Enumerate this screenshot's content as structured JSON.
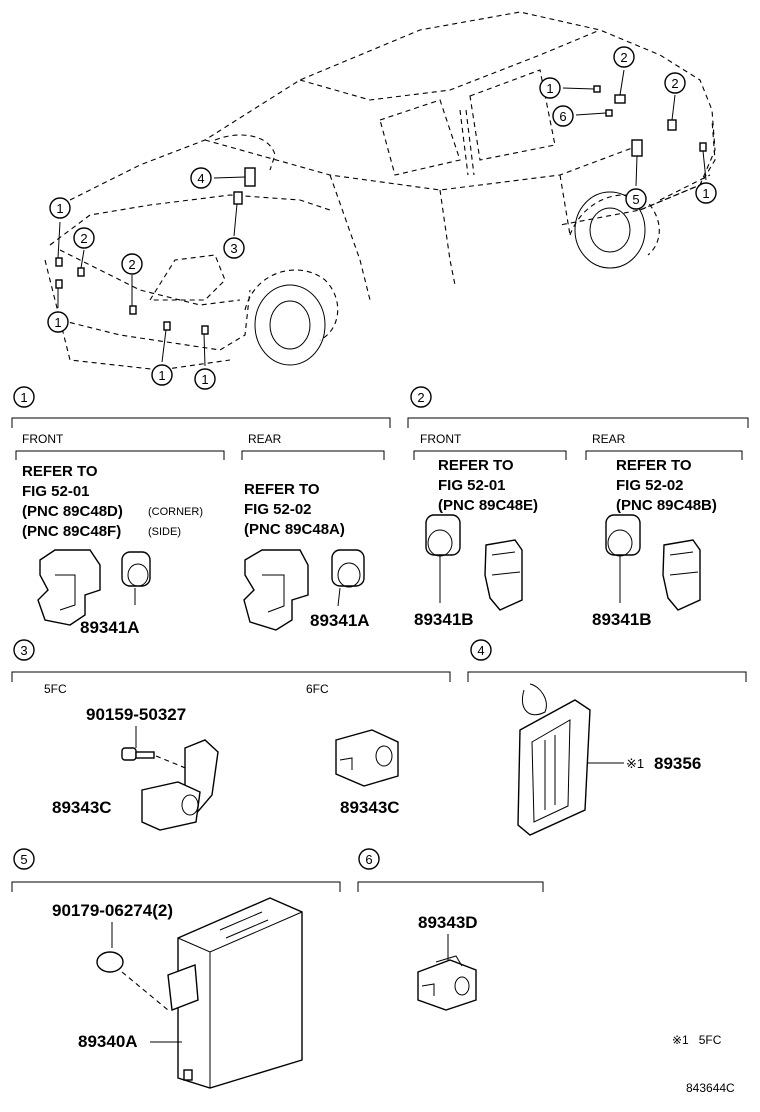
{
  "callout_numbers": [
    "1",
    "2",
    "3",
    "4",
    "5",
    "6"
  ],
  "section1": {
    "number": "1",
    "front": {
      "heading": "FRONT",
      "refer": [
        "REFER TO",
        "FIG 52-01",
        "(PNC 89C48D)",
        "(PNC 89C48F)"
      ],
      "notes": [
        "(CORNER)",
        "(SIDE)"
      ],
      "part": "89341A"
    },
    "rear": {
      "heading": "REAR",
      "refer": [
        "REFER TO",
        "FIG 52-02",
        "(PNC 89C48A)"
      ],
      "part": "89341A"
    }
  },
  "section2": {
    "number": "2",
    "front": {
      "heading": "FRONT",
      "refer": [
        "REFER TO",
        "FIG 52-01",
        "(PNC 89C48E)"
      ],
      "part": "89341B"
    },
    "rear": {
      "heading": "REAR",
      "refer": [
        "REFER TO",
        "FIG 52-02",
        "(PNC 89C48B)"
      ],
      "part": "89341B"
    }
  },
  "section3": {
    "number": "3",
    "left_heading": "5FC",
    "right_heading": "6FC",
    "bolt_part": "90159-50327",
    "left_part": "89343C",
    "right_part": "89343C"
  },
  "section4": {
    "number": "4",
    "mark": "※1",
    "part": "89356"
  },
  "section5": {
    "number": "5",
    "clip_part": "90179-06274(2)",
    "part": "89340A"
  },
  "section6": {
    "number": "6",
    "part": "89343D"
  },
  "footnote": "※1   5FC",
  "diagram_id": "843644C"
}
